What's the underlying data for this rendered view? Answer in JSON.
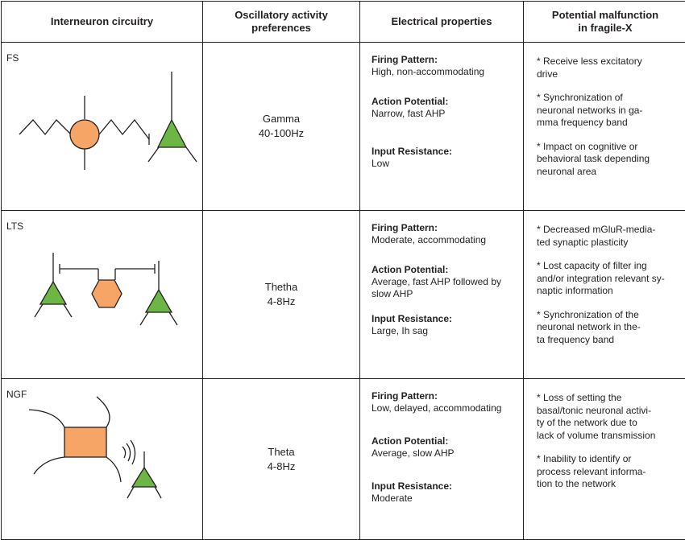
{
  "headers": {
    "col1": [
      "Interneuron circuitry"
    ],
    "col2": [
      "Oscillatory activity",
      "preferences"
    ],
    "col3": [
      "Electrical properties"
    ],
    "col4": [
      "Potential malfunction",
      "in fragile-X"
    ]
  },
  "rows": [
    {
      "label": "FS",
      "oscillation": [
        "Gamma",
        "40-100Hz"
      ],
      "props": [
        {
          "key": "Firing Pattern:",
          "value": "High, non-accommodating"
        },
        {
          "key": "Action Potential:",
          "value": "Narrow, fast AHP"
        },
        {
          "key": "Input Resistance:",
          "value": "Low"
        }
      ],
      "malfunctions": [
        "* Receive less excitatory\ndrive",
        "* Synchronization of\nneuronal networks in ga-\nmma frequency band",
        "* Impact on cognitive or\nbehavioral task depending\nneuronal area"
      ]
    },
    {
      "label": "LTS",
      "oscillation": [
        "Thetha",
        "4-8Hz"
      ],
      "props": [
        {
          "key": "Firing Pattern:",
          "value": "Moderate, accommodating"
        },
        {
          "key": "Action Potential:",
          "value": "Average, fast AHP followed by slow AHP"
        },
        {
          "key": "Input Resistance:",
          "value": "Large, Ih sag"
        }
      ],
      "malfunctions": [
        "* Decreased mGluR-media-\nted synaptic plasticity",
        "* Lost capacity of filter ing\nand/or integration relevant sy-\nnaptic information",
        "* Synchronization of the\nneuronal network in the-\nta frequency band"
      ]
    },
    {
      "label": "NGF",
      "oscillation": [
        "Theta",
        "4-8Hz"
      ],
      "props": [
        {
          "key": "Firing Pattern:",
          "value": "Low, delayed, accommodating"
        },
        {
          "key": "Action Potential:",
          "value": "Average, slow AHP"
        },
        {
          "key": "Input Resistance:",
          "value": "Moderate"
        }
      ],
      "malfunctions": [
        "* Loss of setting the\nbasal/tonic neuronal activi-\nty of the network due to\nlack of volume transmission",
        "* Inability to identify or\nprocess relevant informa-\ntion to the network"
      ]
    }
  ],
  "colors": {
    "interneuron_fill": "#f7a566",
    "pyramidal_fill": "#6cb744",
    "stroke": "#231f20"
  },
  "icons": [
    "fs-interneuron-circle",
    "lts-interneuron-hexagon",
    "ngf-interneuron-square",
    "pyramidal-cell-triangle"
  ]
}
